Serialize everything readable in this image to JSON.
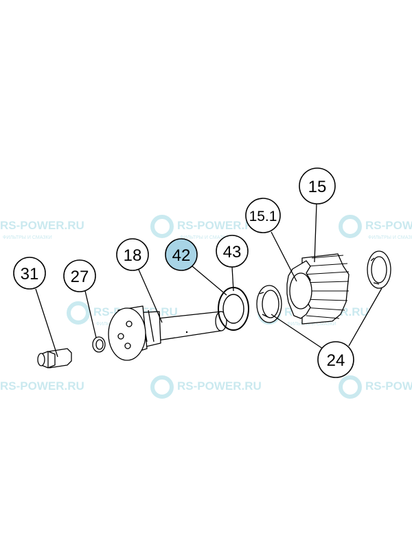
{
  "diagram": {
    "callouts": [
      {
        "id": "31",
        "label": "31",
        "highlighted": false
      },
      {
        "id": "27",
        "label": "27",
        "highlighted": false
      },
      {
        "id": "18",
        "label": "18",
        "highlighted": false
      },
      {
        "id": "42",
        "label": "42",
        "highlighted": true
      },
      {
        "id": "43",
        "label": "43",
        "highlighted": false
      },
      {
        "id": "15-1",
        "label": "15.1",
        "highlighted": false
      },
      {
        "id": "15",
        "label": "15",
        "highlighted": false
      },
      {
        "id": "24",
        "label": "24",
        "highlighted": false
      }
    ],
    "highlight_color": "#a8d4e6",
    "line_color": "#000000"
  },
  "watermark": {
    "brand": "RS-POWER.RU",
    "tagline": "ФИЛЬТРЫ И СМАЗКИ",
    "color": "#9fd8e3"
  }
}
